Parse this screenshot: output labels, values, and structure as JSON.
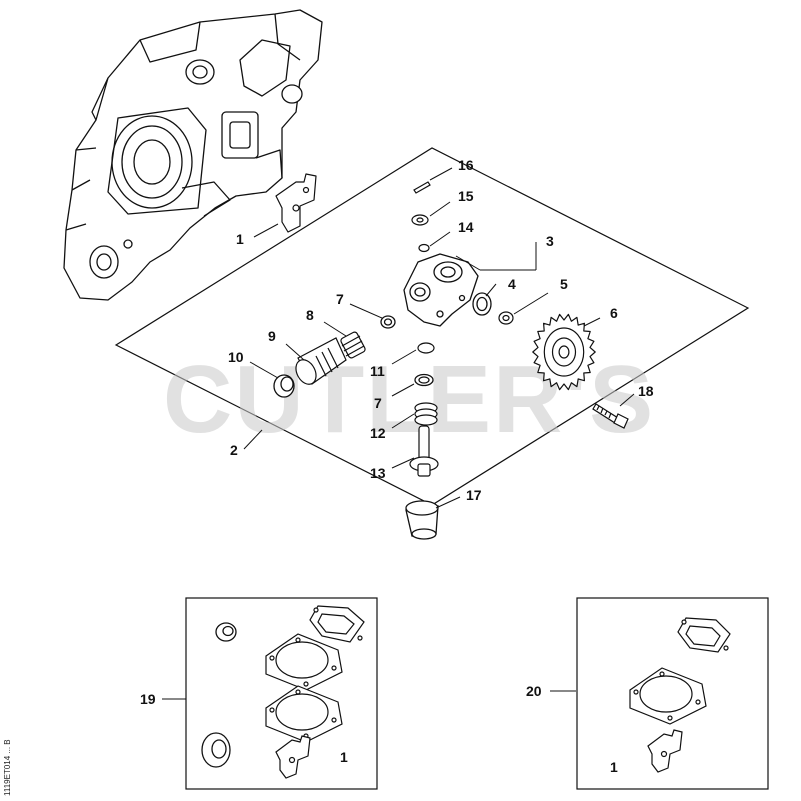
{
  "watermark": "CUTLER'S",
  "document_code": "1119ET014 ... B",
  "callouts": {
    "c1_top": "1",
    "c2": "2",
    "c3": "3",
    "c4": "4",
    "c5": "5",
    "c6": "6",
    "c7_top": "7",
    "c7_low": "7",
    "c8": "8",
    "c9": "9",
    "c10": "10",
    "c11": "11",
    "c12": "12",
    "c13": "13",
    "c14": "14",
    "c15": "15",
    "c16": "16",
    "c17": "17",
    "c18": "18",
    "c19": "19",
    "c20": "20",
    "c1_kit19": "1",
    "c1_kit20": "1"
  },
  "icons": {
    "crankcase": "crankcase-housing-icon",
    "oil_pump": "oil-pump-housing-icon",
    "sprocket": "spur-gear-icon",
    "worm": "worm-gear-icon",
    "spring": "spring-icon",
    "oring": "o-ring-icon",
    "screw": "screw-icon",
    "gasket": "gasket-icon",
    "seal": "oil-seal-icon",
    "bracket": "bracket-icon"
  },
  "colors": {
    "line": "#111111",
    "watermark": "#c9c9c9",
    "background": "#ffffff"
  }
}
